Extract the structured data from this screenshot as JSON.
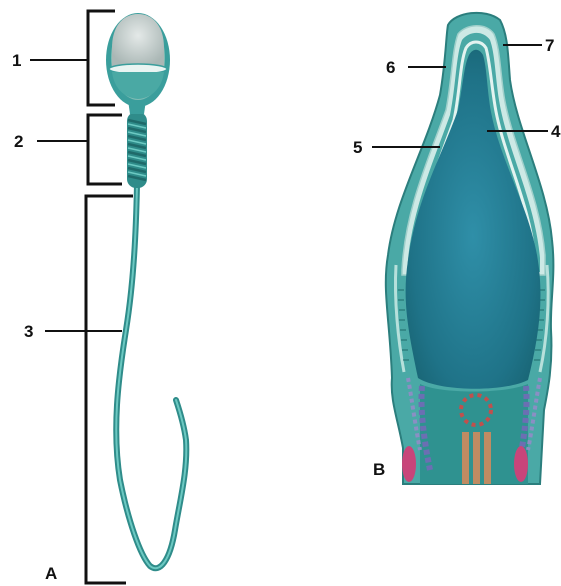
{
  "figure": {
    "labels": {
      "l1": "1",
      "l2": "2",
      "l3": "3",
      "l4": "4",
      "l5": "5",
      "l6": "6",
      "l7": "7",
      "panelA": "A",
      "panelB": "B"
    },
    "colors": {
      "teal": "#3a9e9c",
      "teal_dark": "#1f6f74",
      "head_blue": "#2c8a98",
      "acrosome_light": "#bfe3df",
      "head_gray": "#cfd6d4",
      "mito_orange": "#d98a5a",
      "centriole_red": "#c0504d",
      "mito_pink": "#c8457a",
      "line_black": "#111111"
    }
  }
}
